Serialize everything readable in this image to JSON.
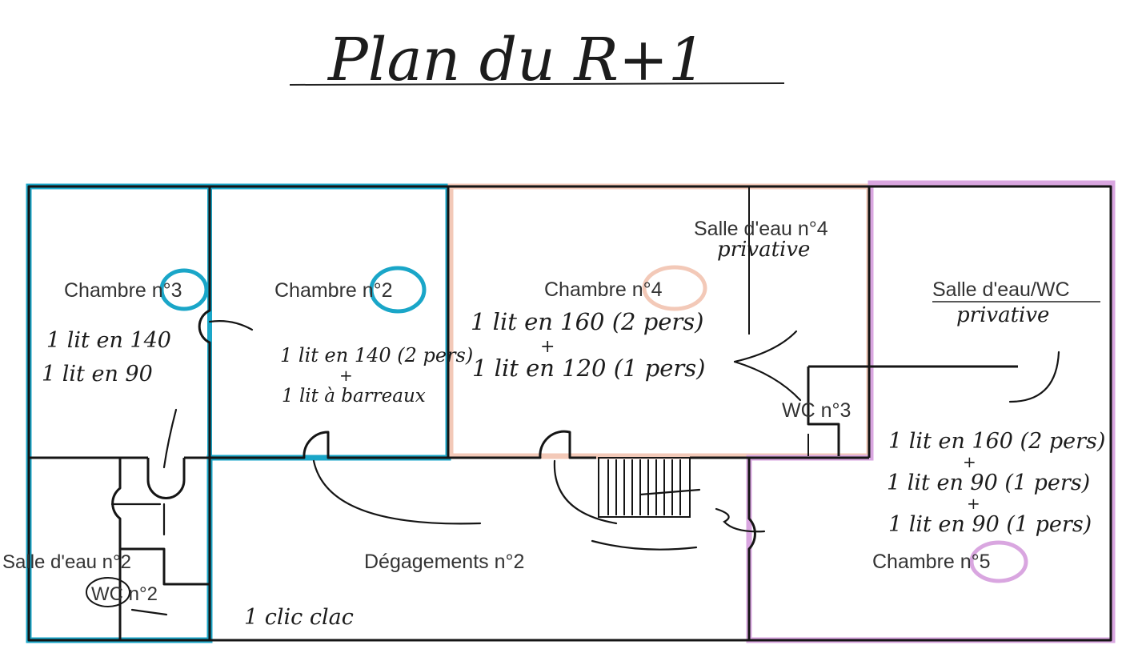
{
  "title": "Plan du R+1",
  "colors": {
    "chambre3_zone": "#1aa6c8",
    "chambre4_zone": "#f3c9b8",
    "chambre5_zone": "#d9a6e0",
    "walls": "#151515"
  },
  "rooms": {
    "chambre3": {
      "label": "Chambre n°3",
      "beds": [
        "1 lit en 140",
        "1 lit en 90"
      ]
    },
    "chambre2": {
      "label": "Chambre n°2",
      "beds": [
        "1 lit en 140 (2 pers)",
        "+",
        "1 lit à barreaux"
      ]
    },
    "chambre4": {
      "label": "Chambre n°4",
      "beds": [
        "1 lit en 160 (2 pers)",
        "+",
        "1 lit en 120 (1 pers)"
      ]
    },
    "salle_eau4": {
      "label": "Salle d'eau n°4",
      "note": "privative"
    },
    "wc3": {
      "label": "WC n°3"
    },
    "salle_eau_wc": {
      "label": "Salle d'eau/WC",
      "note": "privative"
    },
    "chambre5": {
      "label": "Chambre n°5",
      "beds": [
        "1 lit en 160 (2 pers)",
        "+",
        "1 lit en 90 (1 pers)",
        "+",
        "1 lit en 90 (1 pers)"
      ]
    },
    "salle_eau2": {
      "label": "Salle d'eau n°2"
    },
    "wc2": {
      "label": "WC n°2"
    },
    "degagements": {
      "label": "Dégagements n°2",
      "note": "1 clic clac"
    }
  }
}
